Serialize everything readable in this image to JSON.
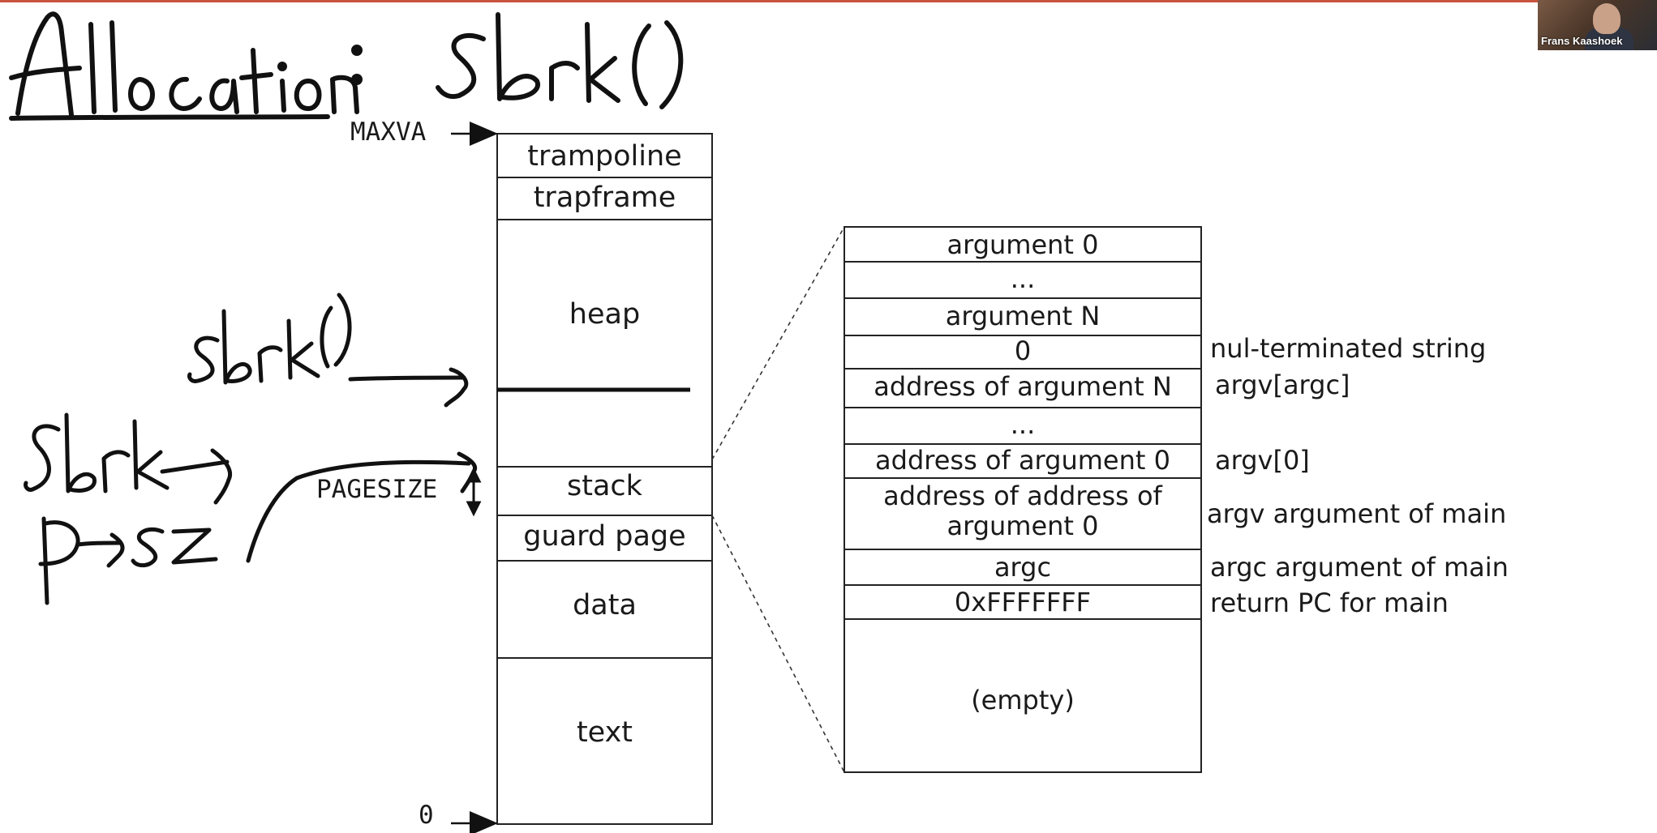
{
  "slide": {
    "title_handwritten": "Allocation : sbrk()",
    "presenter_name": "Frans Kaashoek"
  },
  "address_space": {
    "top_label": "MAXVA",
    "bottom_label": "0",
    "pagesize_label": "PAGESIZE",
    "segments": [
      "trampoline",
      "trapframe",
      "heap",
      "stack",
      "guard page",
      "data",
      "text"
    ]
  },
  "stack_detail": {
    "cells": [
      "argument 0",
      "...",
      "argument N",
      "0",
      "address of argument N",
      "...",
      "address of argument 0",
      "address of address of\nargument 0",
      "argc",
      "0xFFFFFFF",
      "(empty)"
    ],
    "annotations": [
      "nul-terminated string",
      "argv[argc]",
      "argv[0]",
      "argv argument of main",
      "argc argument of main",
      "return PC for main"
    ]
  },
  "handwritten_notes": {
    "sbrk_call": "sbrk()",
    "sbrk": "sbrk",
    "p_sz": "p->sz"
  }
}
